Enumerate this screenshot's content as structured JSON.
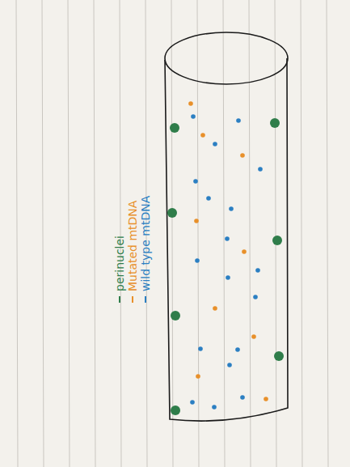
{
  "diagram": {
    "legend": [
      {
        "text": "perinuclei",
        "color": "#2f7d4a"
      },
      {
        "text": "Mutated mtDNA",
        "color": "#e8902a"
      },
      {
        "text": "wild type mtDNA",
        "color": "#2b7fc2"
      }
    ]
  }
}
